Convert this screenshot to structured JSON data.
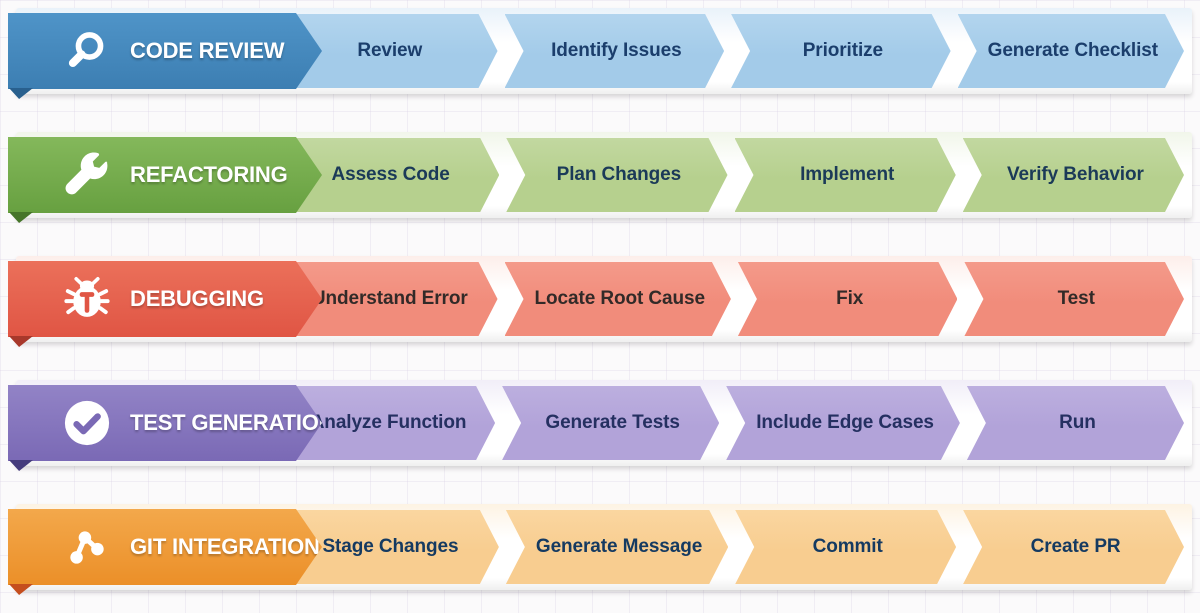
{
  "diagram": {
    "description": "Five AI coding workflow pipelines shown as ribbon headers with chevron process steps",
    "workflows": [
      {
        "title": "CODE REVIEW",
        "icon": "search-icon",
        "steps": [
          "Review",
          "Identify Issues",
          "Prioritize",
          "Generate Checklist"
        ],
        "colors": {
          "header_top": "#4f94c8",
          "header_bottom": "#3c7eb2",
          "fold": "#29608e",
          "step_bg_top": "#b3d5ee",
          "step_bg": "#a3cbe9",
          "step_text": "#1b3e6c",
          "track_tint": "#e9f2fa"
        }
      },
      {
        "title": "REFACTORING",
        "icon": "wrench-icon",
        "steps": [
          "Assess Code",
          "Plan Changes",
          "Implement",
          "Verify Behavior"
        ],
        "colors": {
          "header_top": "#84b85b",
          "header_bottom": "#67a040",
          "fold": "#46752a",
          "step_bg_top": "#c2d8a0",
          "step_bg": "#b6d08e",
          "step_text": "#1b3a58",
          "track_tint": "#f1f6ea"
        }
      },
      {
        "title": "DEBUGGING",
        "icon": "bug-icon",
        "steps": [
          "Understand Error",
          "Locate Root Cause",
          "Fix",
          "Test"
        ],
        "colors": {
          "header_top": "#eb705a",
          "header_bottom": "#e05544",
          "fold": "#a8382b",
          "step_bg_top": "#f49a8a",
          "step_bg": "#f18c7b",
          "step_text": "#322a28",
          "track_tint": "#fdeeea"
        }
      },
      {
        "title": "TEST GENERATION",
        "icon": "check-circle-icon",
        "steps": [
          "Analyze Function",
          "Generate Tests",
          "Include Edge Cases",
          "Run"
        ],
        "colors": {
          "header_top": "#9283c6",
          "header_bottom": "#7a69b5",
          "fold": "#453c7d",
          "step_bg_top": "#bcafdf",
          "step_bg": "#b2a3d9",
          "step_text": "#253061",
          "track_tint": "#f1eef8"
        }
      },
      {
        "title": "GIT INTEGRATION",
        "icon": "git-branch-icon",
        "steps": [
          "Stage Changes",
          "Generate Message",
          "Commit",
          "Create PR"
        ],
        "colors": {
          "header_top": "#f3a84b",
          "header_bottom": "#eb8f28",
          "fold": "#c54e1e",
          "step_bg_top": "#fad6a0",
          "step_bg": "#f8cd90",
          "step_text": "#153a61",
          "track_tint": "#fdf3e3"
        }
      }
    ]
  }
}
